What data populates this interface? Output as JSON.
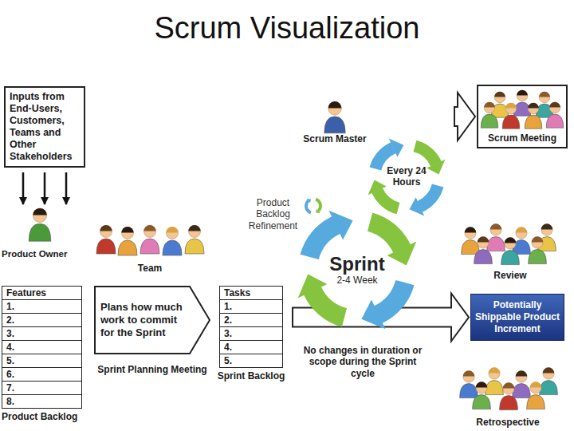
{
  "diagram": {
    "title": "Scrum Visualization",
    "nodes": [
      {
        "text": [
          "Inputs from End-Users, Customers, Teams and Other Stakeholders"
        ]
      },
      {
        "text": [
          "Scrum Meeting"
        ]
      },
      {
        "text": [
          "Every 24 Hours"
        ]
      },
      {
        "text": [
          "Product Owner"
        ]
      },
      {
        "text": [
          "Sprint",
          "2-4 Week"
        ]
      },
      {
        "text": [
          "Features",
          "1.",
          "2.",
          "3.",
          "4.",
          "5.",
          "6.",
          "7.",
          "8.",
          "Product Backlog"
        ]
      },
      {
        "text": [
          "Plans how much work to commit for the Sprint",
          "Sprint Planning Meeting"
        ]
      },
      {
        "text": [
          "Tasks",
          "1.",
          "2.",
          "3.",
          "4.",
          "5.",
          "Sprint Backlog"
        ]
      },
      {
        "text": [
          "Potentially Shippable Product Increment"
        ]
      }
    ],
    "edges": [
      {
        "from": 0,
        "to": 3,
        "arrow": "to"
      },
      {
        "from": 0,
        "to": 3,
        "arrow": "to"
      },
      {
        "from": 0,
        "to": 3,
        "arrow": "to"
      },
      {
        "from": 2,
        "to": 1,
        "arrow": "none"
      },
      {
        "from": 7,
        "to": 8,
        "arrow": "to"
      }
    ],
    "labels": [
      "Scrum Master",
      "Product Backlog Refinement",
      "Team",
      "Review",
      "No changes in duration or scope during the Sprint cycle",
      "Retrospective"
    ]
  }
}
